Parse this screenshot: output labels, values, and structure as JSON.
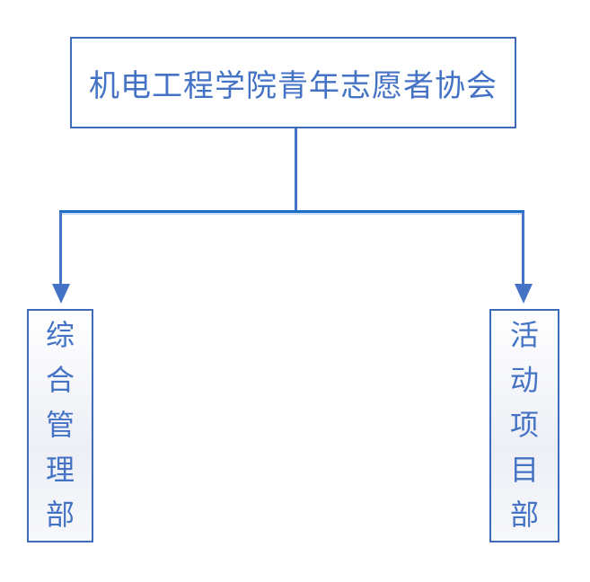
{
  "diagram": {
    "type": "org-chart",
    "root": {
      "label": "机电工程学院青年志愿者协会"
    },
    "children": [
      {
        "label": "综合管理部",
        "orientation": "vertical"
      },
      {
        "label": "活动项目部",
        "orientation": "vertical"
      }
    ],
    "connectors": {
      "style": "elbow",
      "arrowheads": "filled-triangle-down"
    },
    "colors": {
      "box_border": "#3E6CB8",
      "text": "#4472C4",
      "connector_stem": "#4472C4",
      "connector_bar": "#1B6FC7",
      "arrow": "#4472C4",
      "child_fill_top": "#FFFFFF",
      "child_fill_bottom": "#EDEFF6",
      "background": "#FFFFFF"
    }
  }
}
